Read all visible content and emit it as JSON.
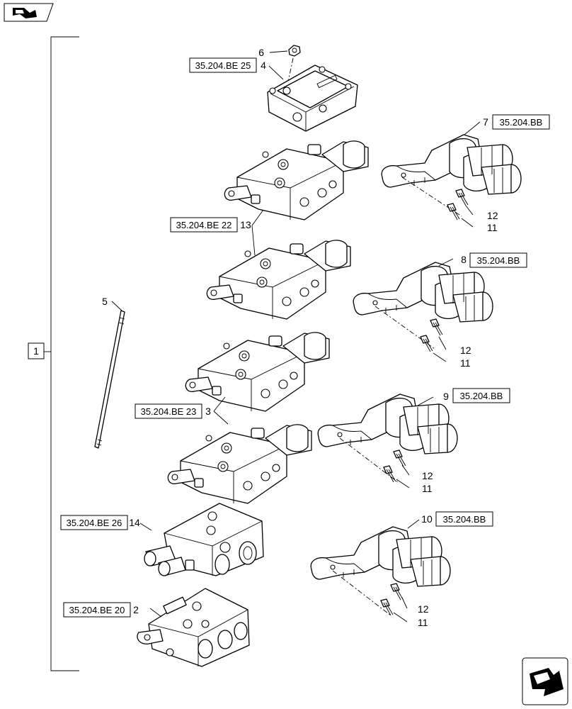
{
  "nav": {
    "book_icon": "book-icon",
    "next_icon": "next-page-arrow-icon"
  },
  "assembly": {
    "number": "1"
  },
  "items": [
    {
      "num": "6",
      "ref": ""
    },
    {
      "num": "4",
      "ref": "35.204.BE 25"
    },
    {
      "num": "7",
      "ref": "35.204.BB"
    },
    {
      "num": "12",
      "ref": ""
    },
    {
      "num": "11",
      "ref": ""
    },
    {
      "num": "13",
      "ref": "35.204.BE 22"
    },
    {
      "num": "8",
      "ref": "35.204.BB"
    },
    {
      "num": "12",
      "ref": ""
    },
    {
      "num": "11",
      "ref": ""
    },
    {
      "num": "5",
      "ref": ""
    },
    {
      "num": "3",
      "ref": "35.204.BE 23"
    },
    {
      "num": "9",
      "ref": "35.204.BB"
    },
    {
      "num": "12",
      "ref": ""
    },
    {
      "num": "11",
      "ref": ""
    },
    {
      "num": "14",
      "ref": "35.204.BE 26"
    },
    {
      "num": "10",
      "ref": "35.204.BB"
    },
    {
      "num": "2",
      "ref": "35.204.BE 20"
    },
    {
      "num": "12",
      "ref": ""
    },
    {
      "num": "11",
      "ref": ""
    }
  ]
}
